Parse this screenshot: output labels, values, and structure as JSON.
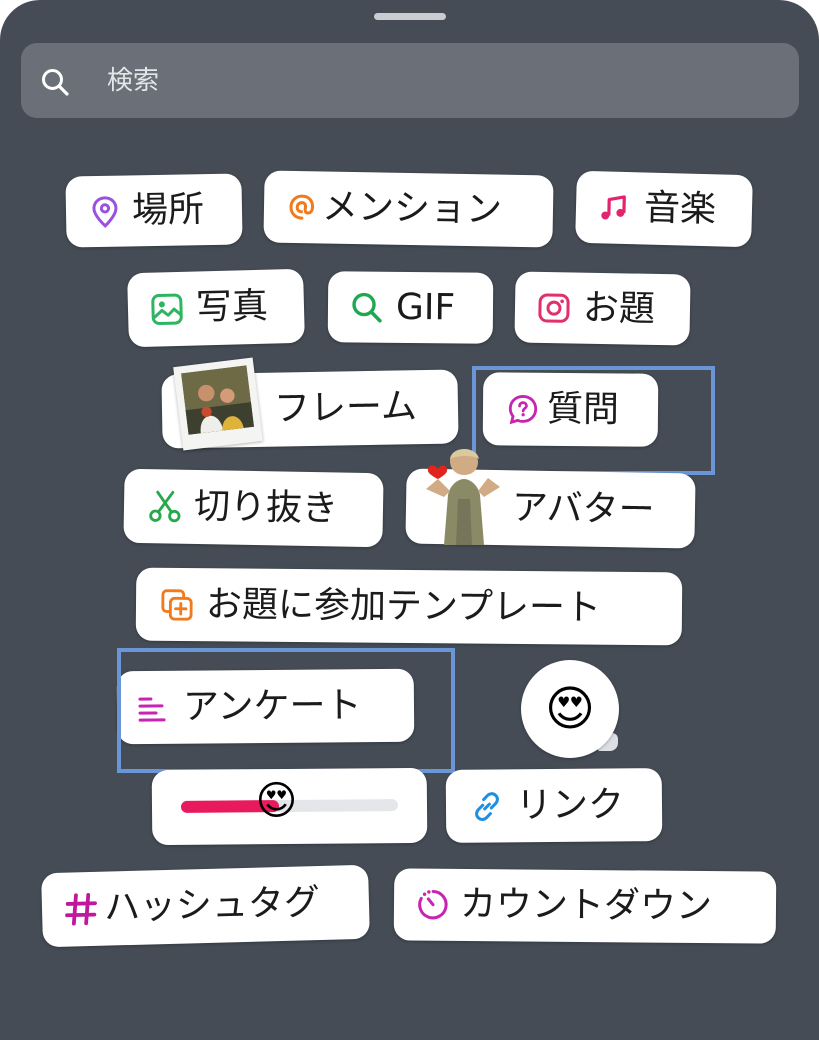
{
  "search": {
    "placeholder": "検索"
  },
  "stickers": {
    "location": "場所",
    "mention": "メンション",
    "music": "音楽",
    "photo": "写真",
    "gif": "GIF",
    "prompt": "お題",
    "frame": "フレーム",
    "question": "質問",
    "cutout": "切り抜き",
    "avatar": "アバター",
    "add_yours_template": "お題に参加テンプレート",
    "poll": "アンケート",
    "link": "リンク",
    "hashtag": "ハッシュタグ",
    "countdown": "カウントダウン"
  },
  "emoji_slider": {
    "emoji": "😍",
    "level_fraction": 0.45
  },
  "emoji_reaction": {
    "emoji": "😍"
  },
  "colors": {
    "sheet_bg": "#454c55",
    "search_bg": "#6b7078",
    "highlight": "#6a96d8",
    "location_icon": "#9b51e0",
    "mention_icon": "#f07a1c",
    "music_icon": "#e3236e",
    "photo_icon": "#2fb461",
    "gif_icon": "#1fa852",
    "prompt_icon": "#e1306c",
    "question_icon": "#c724b1",
    "cutout_icon": "#27a84a",
    "template_icon": "#f07a1c",
    "poll_icon": "#c724b1",
    "link_icon": "#1e8fe1",
    "hashtag_icon": "#c0189c",
    "countdown_icon": "#c724b1",
    "slider_fill": "#e8195c"
  },
  "icons": {
    "search": "search-icon",
    "location": "location-pin-icon",
    "mention": "threads-at-icon",
    "music": "music-note-icon",
    "photo": "image-icon",
    "gif": "search-icon",
    "prompt": "camera-icon",
    "question": "question-bubble-icon",
    "cutout": "scissors-icon",
    "template": "add-template-icon",
    "poll": "poll-lines-icon",
    "link": "link-icon",
    "hashtag": "hashtag-icon",
    "countdown": "countdown-timer-icon"
  }
}
